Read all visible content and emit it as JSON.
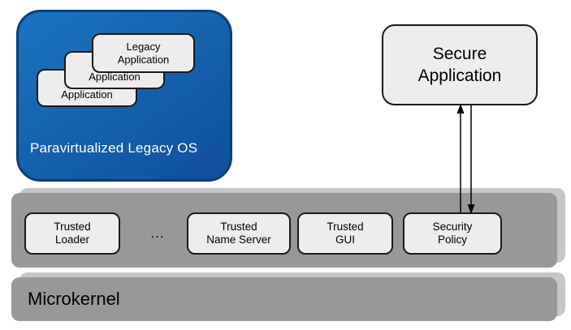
{
  "colors": {
    "legacy_fill_start": "#1b74c0",
    "legacy_fill_end": "#0e4f9b",
    "legacy_border": "#0c3e7c",
    "bar_face": "#989898",
    "bar_side": "#c6c6c6",
    "box_fill": "#ededed",
    "box_border": "#1a1a1a"
  },
  "legacy_os": {
    "label": "Paravirtualized Legacy OS",
    "cards": [
      "Legacy\nApplication",
      "Legacy\nApplication",
      "Legacy\nApplication"
    ]
  },
  "secure_app": {
    "label": "Secure\nApplication"
  },
  "services_bar": {
    "dots": "...",
    "items": [
      "Trusted\nLoader",
      "Trusted\nName Server",
      "Trusted\nGUI",
      "Security\nPolicy"
    ]
  },
  "microkernel": {
    "label": "Microkernel"
  }
}
